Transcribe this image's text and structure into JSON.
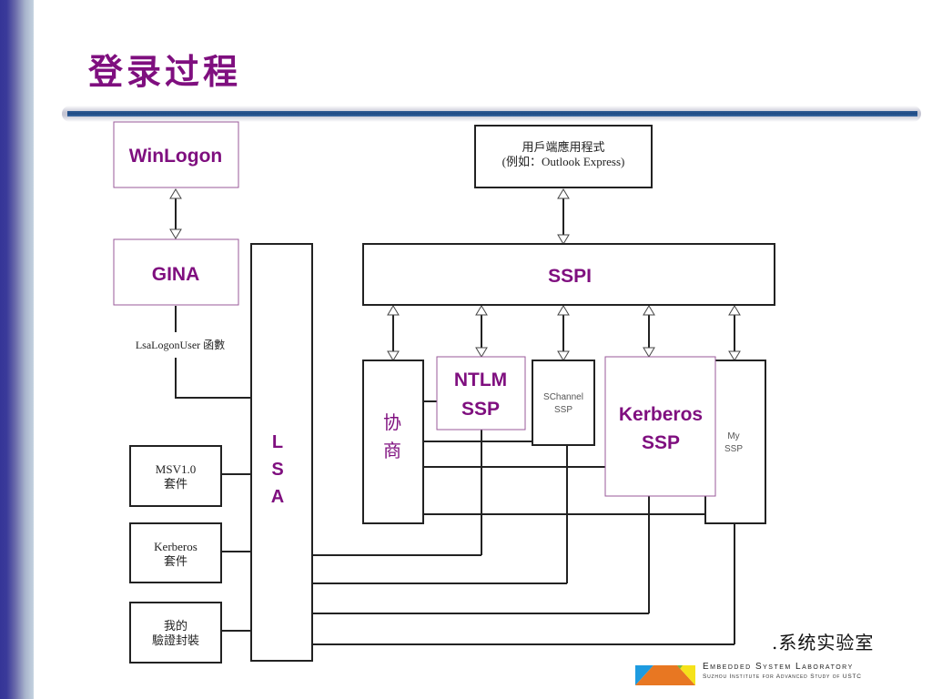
{
  "slide": {
    "title": "登录过程"
  },
  "diagram": {
    "winlogon": "WinLogon",
    "gina": "GINA",
    "lsalogonuser": "LsaLogonUser 函數",
    "lsa": [
      "L",
      "S",
      "A"
    ],
    "msv_package": [
      "MSV1.0",
      "套件"
    ],
    "kerberos_package": [
      "Kerberos",
      "套件"
    ],
    "my_auth_package": [
      "我的",
      "驗證封裝"
    ],
    "client_app": [
      "用戶端應用程式",
      "(例如：Outlook Express)"
    ],
    "sspi": "SSPI",
    "negotiate": [
      "协",
      "商"
    ],
    "ntlm_ssp": [
      "NTLM",
      "SSP"
    ],
    "schannel_ssp": [
      "SChannel",
      "SSP"
    ],
    "kerberos_ssp": [
      "Kerberos",
      "SSP"
    ],
    "my_ssp": [
      "My",
      "SSP"
    ]
  },
  "footer": {
    "lab_cn": ".系统实验室",
    "lab_en": "Embedded System Laboratory",
    "institute": "Suzhou Institute for Advanced Study of USTC"
  },
  "colors": {
    "title": "#7f0f7f",
    "accent_rule": "#1e4a84",
    "purple_border": "#9a5a9a",
    "sidebar": "#353597"
  }
}
